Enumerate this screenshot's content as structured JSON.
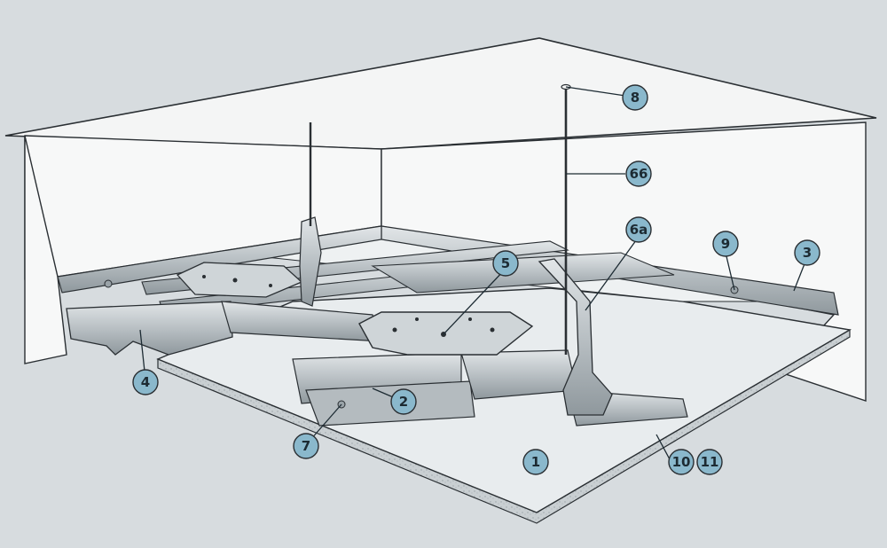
{
  "callouts": [
    {
      "id": "1",
      "label": "1"
    },
    {
      "id": "2",
      "label": "2"
    },
    {
      "id": "3",
      "label": "3"
    },
    {
      "id": "4",
      "label": "4"
    },
    {
      "id": "5",
      "label": "5"
    },
    {
      "id": "6a",
      "label": "6a"
    },
    {
      "id": "6b",
      "label": "66"
    },
    {
      "id": "7",
      "label": "7"
    },
    {
      "id": "8",
      "label": "8"
    },
    {
      "id": "9",
      "label": "9"
    },
    {
      "id": "10",
      "label": "10"
    },
    {
      "id": "11",
      "label": "11"
    }
  ],
  "colors": {
    "background": "#d7dcdf",
    "wall": "#f4f5f5",
    "ceiling_board": "#e6eaeb",
    "metal": "#c4cacd",
    "metal_dark": "#9aa3a8",
    "callout_fill": "#8ab8cc",
    "outline": "#2a2f33"
  }
}
